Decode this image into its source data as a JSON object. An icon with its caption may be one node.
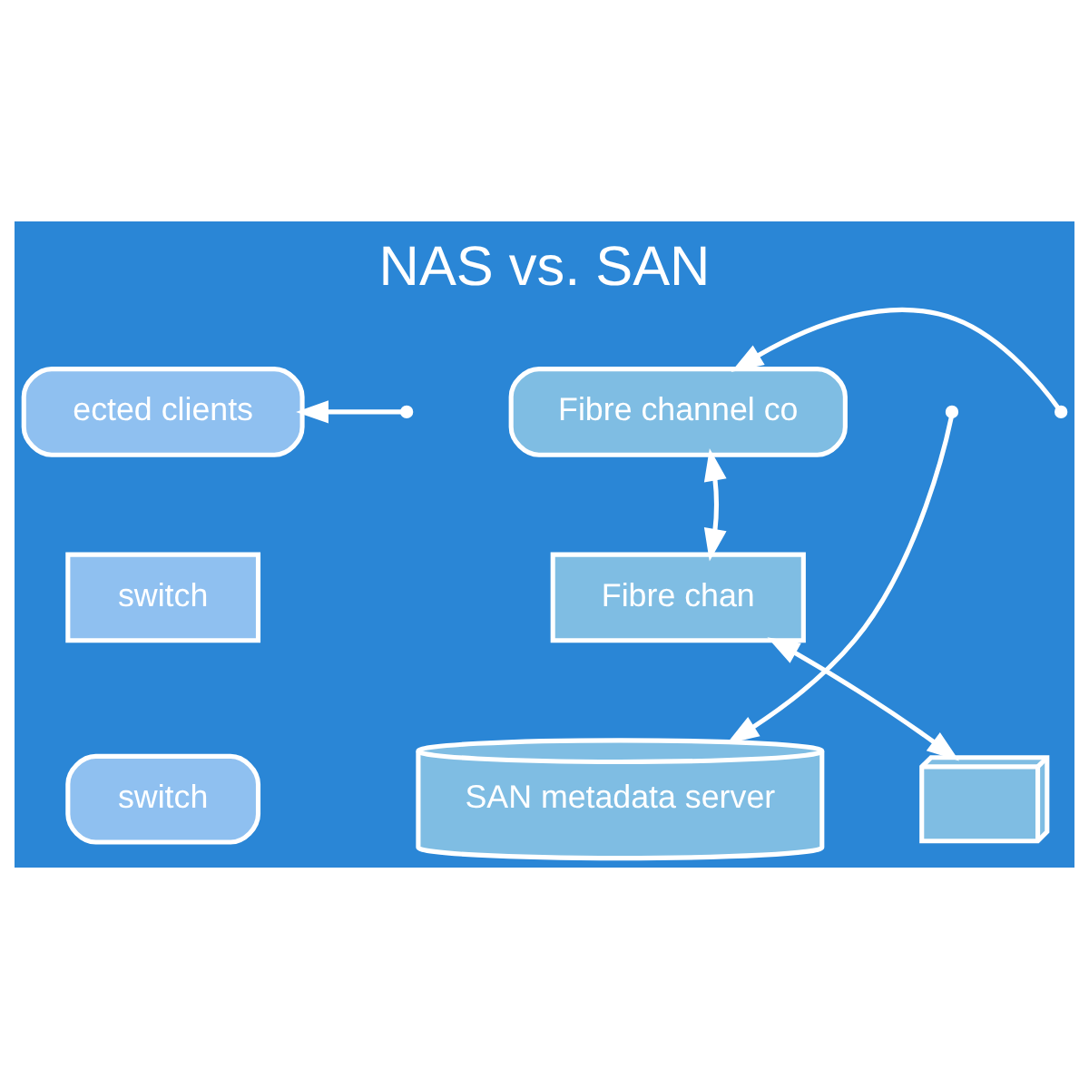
{
  "diagram": {
    "title": "NAS vs. SAN",
    "nodes": [
      {
        "text": [
          "ected clients"
        ]
      },
      {
        "text": [
          "switch"
        ]
      },
      {
        "text": [
          "switch"
        ]
      },
      {
        "text": [
          "Fibre channel co"
        ]
      },
      {
        "text": [
          "Fibre chan"
        ]
      },
      {
        "text": [
          "SAN metadata server"
        ]
      },
      {
        "text": [],
        "shape": "box"
      }
    ],
    "edges": [
      {
        "from": null,
        "to": 0,
        "arrow": "to"
      },
      {
        "from": null,
        "to": 3,
        "arrow": "to"
      },
      {
        "from": 4,
        "to": 3,
        "arrow": "both"
      },
      {
        "from": null,
        "to": 5,
        "arrow": "to"
      },
      {
        "from": 4,
        "to": 6,
        "arrow": "both"
      }
    ]
  }
}
